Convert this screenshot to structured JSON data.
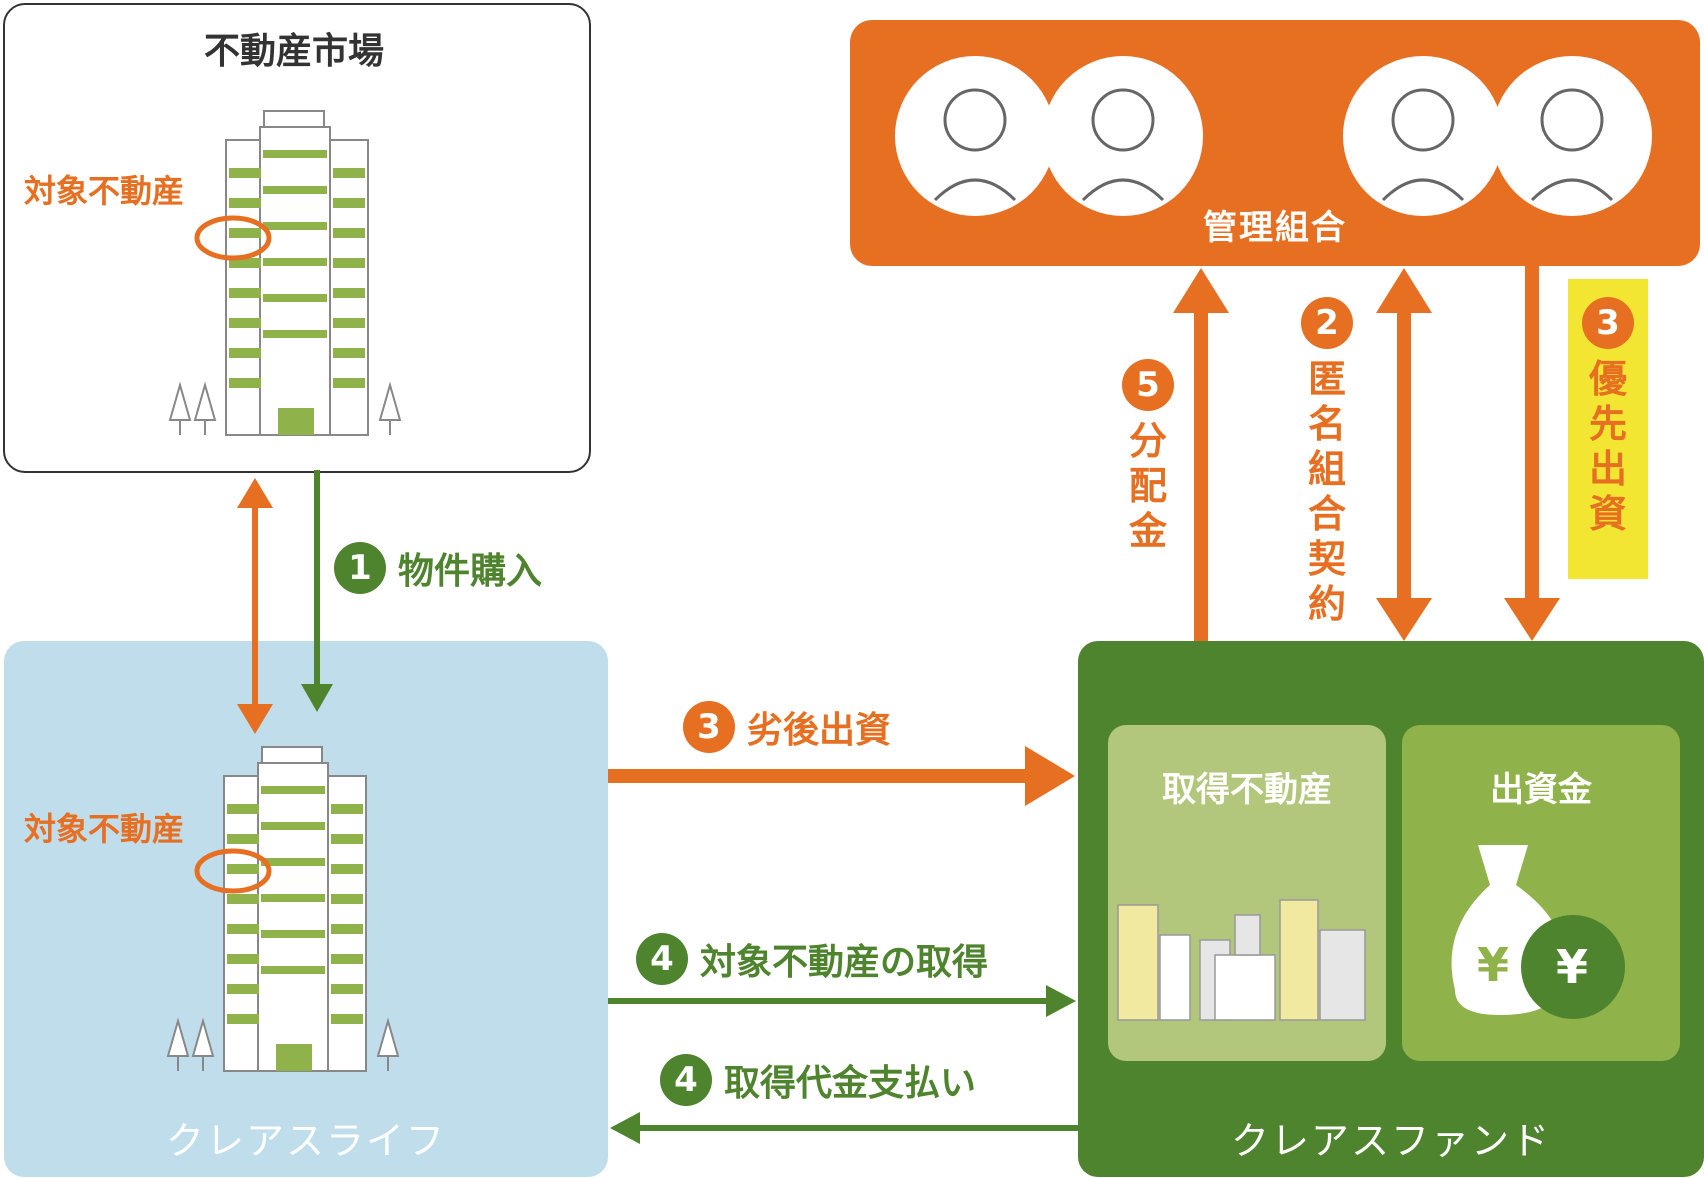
{
  "market": {
    "title": "不動産市場",
    "target_tag": "対象不動産"
  },
  "clear_life": {
    "label": "クレアスライフ",
    "target_tag": "対象不動産"
  },
  "union": {
    "label": "管理組合"
  },
  "fund": {
    "label": "クレアスファンド",
    "property_panel": "取得不動産",
    "capital_panel": "出資金",
    "yen_symbol": "¥"
  },
  "steps": {
    "s1": {
      "num": "1",
      "text": "物件購入"
    },
    "s2": {
      "num": "2",
      "text": "匿名組合契約"
    },
    "s3_top": {
      "num": "3",
      "text": "優先出資"
    },
    "s3_mid": {
      "num": "3",
      "text": "劣後出資"
    },
    "s4a": {
      "num": "4",
      "text": "対象不動産の取得"
    },
    "s4b": {
      "num": "4",
      "text": "取得代金支払い"
    },
    "s5": {
      "num": "5",
      "text": "分配金"
    }
  },
  "colors": {
    "orange": "#e66f22",
    "green": "#4f842e",
    "light_blue": "#c0ddec",
    "highlight_yellow": "#f3e633"
  }
}
